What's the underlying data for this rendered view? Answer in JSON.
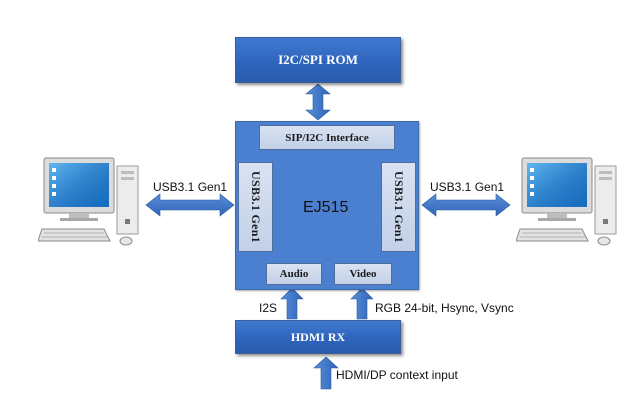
{
  "blocks": {
    "rom": "I2C/SPI ROM",
    "hdmi_rx": "HDMI RX",
    "chip_name": "EJ515",
    "interface": "SIP/I2C Interface",
    "usb_left": "USB3.1 Gen1",
    "usb_right": "USB3.1 Gen1",
    "audio": "Audio",
    "video": "Video"
  },
  "labels": {
    "left_link": "USB3.1 Gen1",
    "right_link": "USB3.1 Gen1",
    "i2s": "I2S",
    "rgb": "RGB 24-bit, Hsync, Vsync",
    "hdmi_input": "HDMI/DP context input"
  },
  "colors": {
    "block_blue": "#3470c4",
    "chip_blue": "#4a80cf",
    "sub_block": "#cdd8ec",
    "arrow_blue": "#3a74c6"
  },
  "icons": {
    "computer_left": "desktop-computer-icon",
    "computer_right": "desktop-computer-icon"
  }
}
